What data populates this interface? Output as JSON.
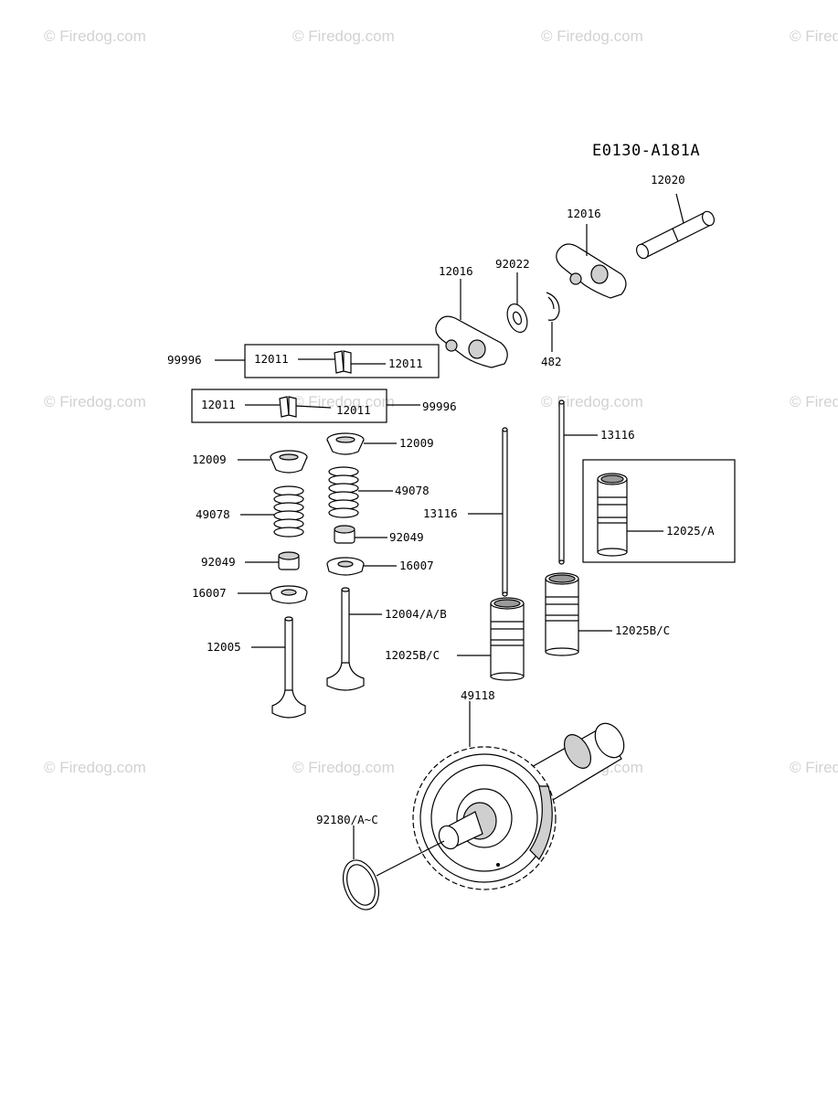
{
  "diagram_code": "E0130-A181A",
  "watermark": "© Firedog.com",
  "part_labels": {
    "p12020": "12020",
    "p12016_upper": "12016",
    "p12016_lower": "12016",
    "p92022": "92022",
    "p482": "482",
    "p99996_top": "99996",
    "p12011_a": "12011",
    "p12011_b": "12011",
    "p12011_c": "12011",
    "p12011_d": "12011",
    "p99996_bottom": "99996",
    "p12009_left": "12009",
    "p12009_right": "12009",
    "p49078_left": "49078",
    "p49078_right": "49078",
    "p92049_left": "92049",
    "p92049_right": "92049",
    "p16007_left": "16007",
    "p16007_right": "16007",
    "p12005": "12005",
    "p12004": "12004/A/B",
    "p13116_center": "13116",
    "p13116_right": "13116",
    "p12025A": "12025/A",
    "p12025BC_center": "12025B/C",
    "p12025BC_right": "12025B/C",
    "p49118": "49118",
    "p92180": "92180/A~C"
  }
}
